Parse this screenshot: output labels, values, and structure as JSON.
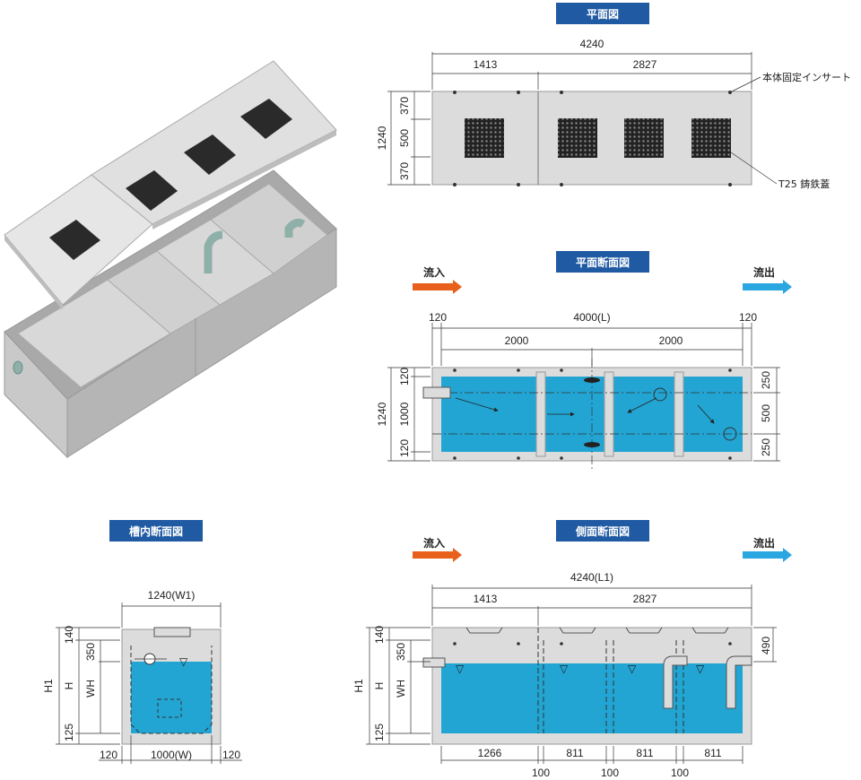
{
  "titles": {
    "plan": "平面図",
    "plan_section": "平面断面図",
    "tank_section": "槽内断面図",
    "side_section": "側面断面図"
  },
  "flow": {
    "inflow": "流入",
    "outflow": "流出"
  },
  "plan": {
    "total_length": "4240",
    "seg_a": "1413",
    "seg_b": "2827",
    "width": "1240",
    "w_top": "370",
    "w_mid": "500",
    "w_bot": "370",
    "insert_note": "本体固定インサート",
    "cover_note": "T25 鋳鉄蓋"
  },
  "plan_section": {
    "left_wall": "120",
    "inner_length": "4000(L)",
    "right_wall": "120",
    "half_a": "2000",
    "half_b": "2000",
    "width": "1240",
    "l_top": "120",
    "l_mid": "1000",
    "l_bot": "120",
    "r_top": "250",
    "r_mid": "500",
    "r_bot": "250"
  },
  "tank_section": {
    "outer_width": "1240(W1)",
    "h1": "H1",
    "h": "H",
    "wh": "WH",
    "top": "140",
    "pipe_depth": "350",
    "bottom": "125",
    "wall_left": "120",
    "inner_width": "1000(W)",
    "wall_right": "120"
  },
  "side_section": {
    "total_length": "4240(L1)",
    "seg_a": "1413",
    "seg_b": "2827",
    "h1": "H1",
    "h": "H",
    "wh": "WH",
    "top": "140",
    "pipe_depth": "350",
    "bottom": "125",
    "outlet_depth": "490",
    "c1": "1266",
    "c2": "811",
    "c3": "811",
    "c4": "811",
    "p1": "100",
    "p2": "100",
    "p3": "100"
  },
  "colors": {
    "title_bg": "#1f5aa3",
    "water": "#22a5d3",
    "concrete": "#dcdcdc",
    "inflow_arrow": "#e8601c",
    "outflow_arrow": "#2aa6e0"
  }
}
